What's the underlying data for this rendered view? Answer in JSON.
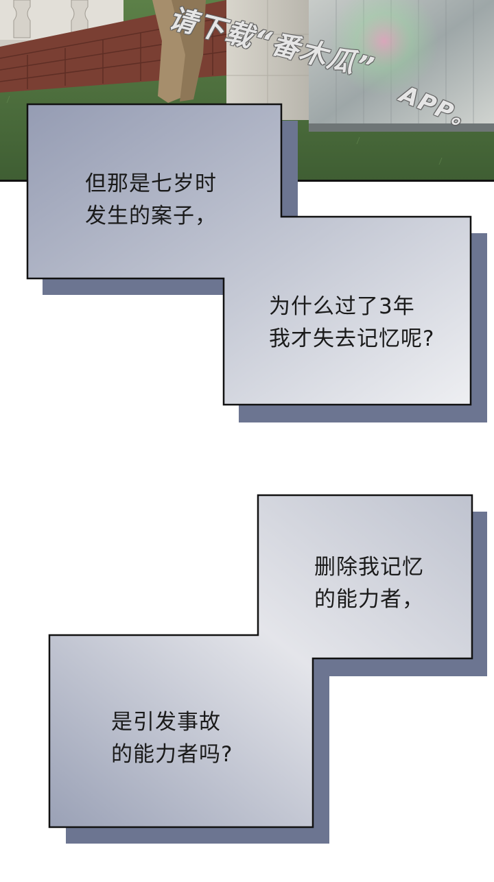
{
  "scene": {
    "watermark_line1": "请下载“番木瓜”",
    "watermark_line2": "APP。"
  },
  "captions": {
    "box1": {
      "line1": "但那是七岁时",
      "line2": "发生的案子，"
    },
    "box2": {
      "line1": "为什么过了3年",
      "line2": "我才失去记忆呢?"
    },
    "box3": {
      "line1": "删除我记忆",
      "line2": "的能力者，"
    },
    "box4": {
      "line1": "是引发事故",
      "line2": "的能力者吗?"
    }
  },
  "colors": {
    "grass": "#4a6a3c",
    "brick": "#7a3f33",
    "wall": "#c9c6bd",
    "box_fill_dark": "#9ba2b8",
    "box_fill_light": "#e9eaee",
    "box_shadow": "#6c7591",
    "box_border": "#111111"
  }
}
